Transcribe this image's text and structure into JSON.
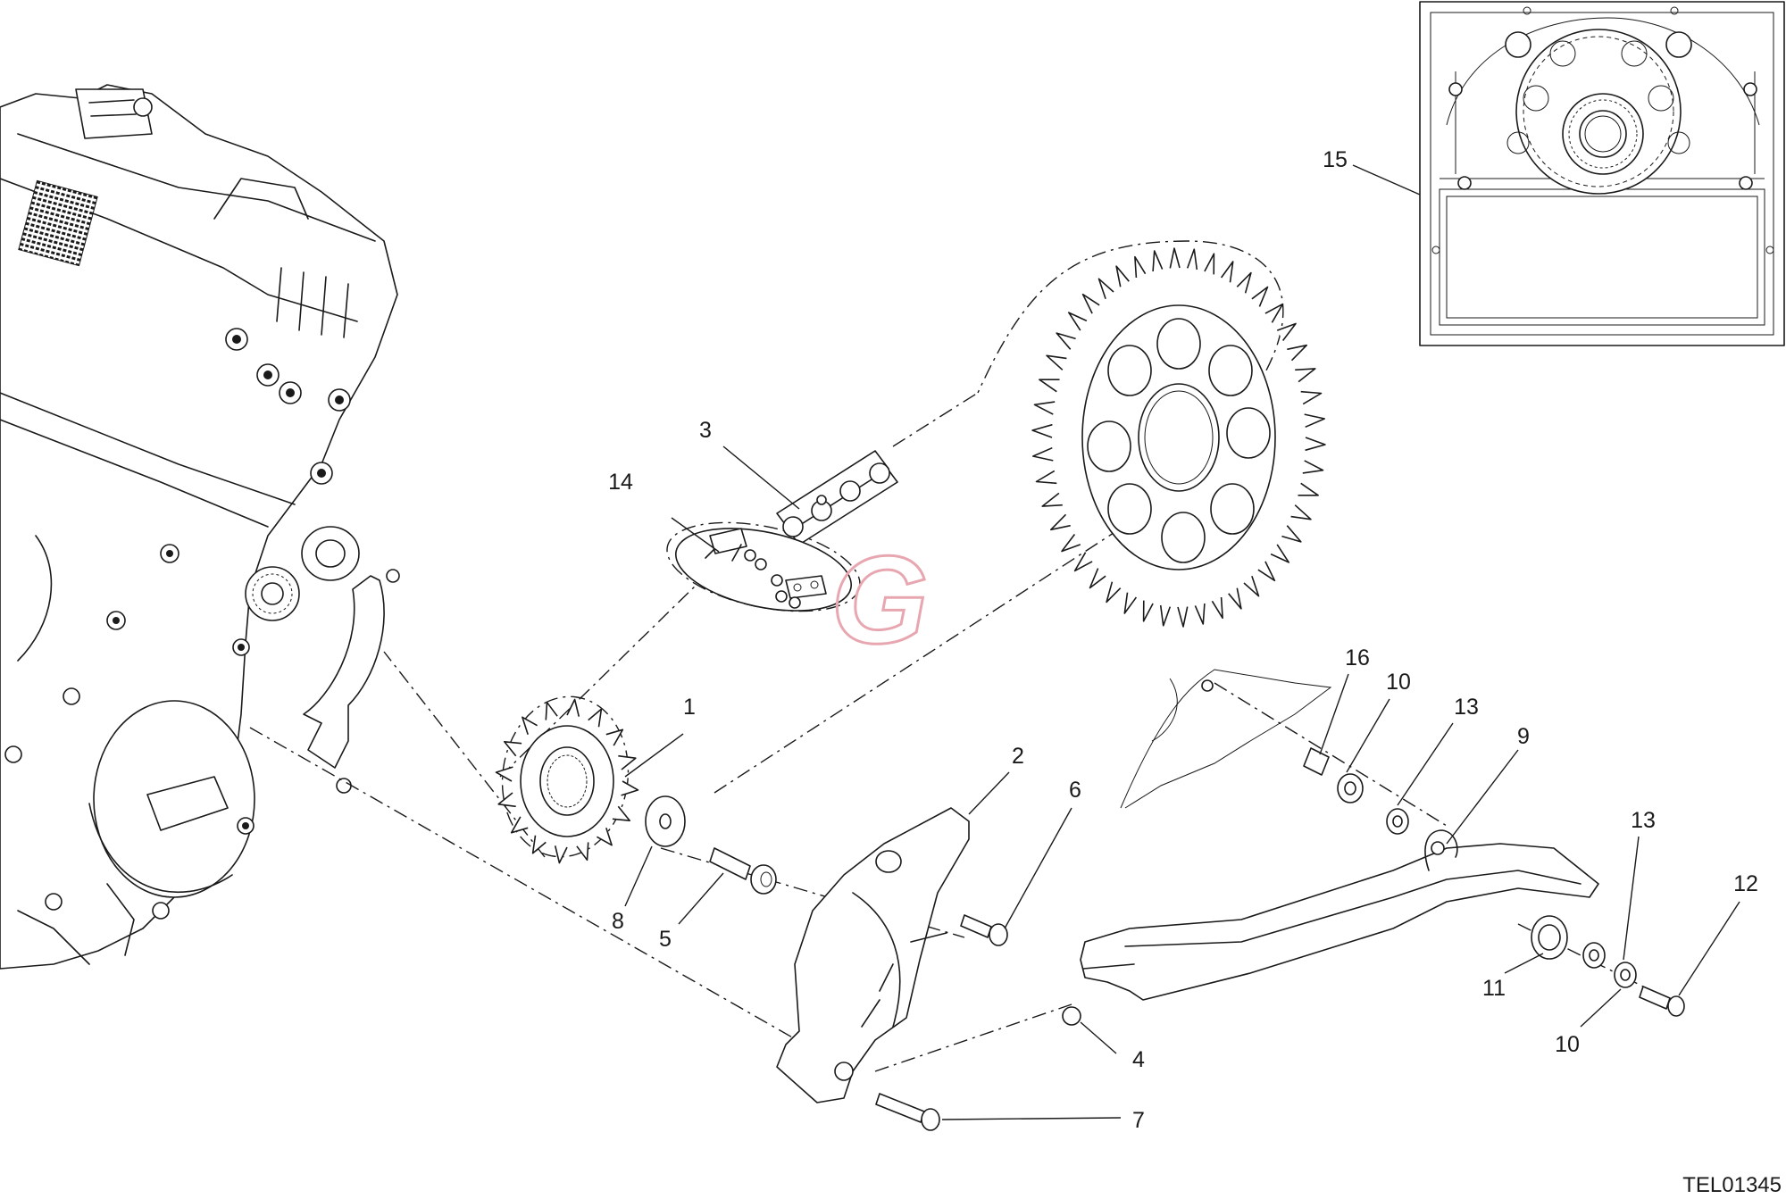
{
  "drawing_code": "TEL01345",
  "callouts": {
    "c1": "1",
    "c2": "2",
    "c3": "3",
    "c4": "4",
    "c5": "5",
    "c6": "6",
    "c7": "7",
    "c8": "8",
    "c9": "9",
    "c10a": "10",
    "c10b": "10",
    "c11": "11",
    "c12": "12",
    "c13a": "13",
    "c13b": "13",
    "c14": "14",
    "c15": "15",
    "c16": "16"
  },
  "watermark": {
    "glyph": "G",
    "color": "#e8a7b0"
  }
}
